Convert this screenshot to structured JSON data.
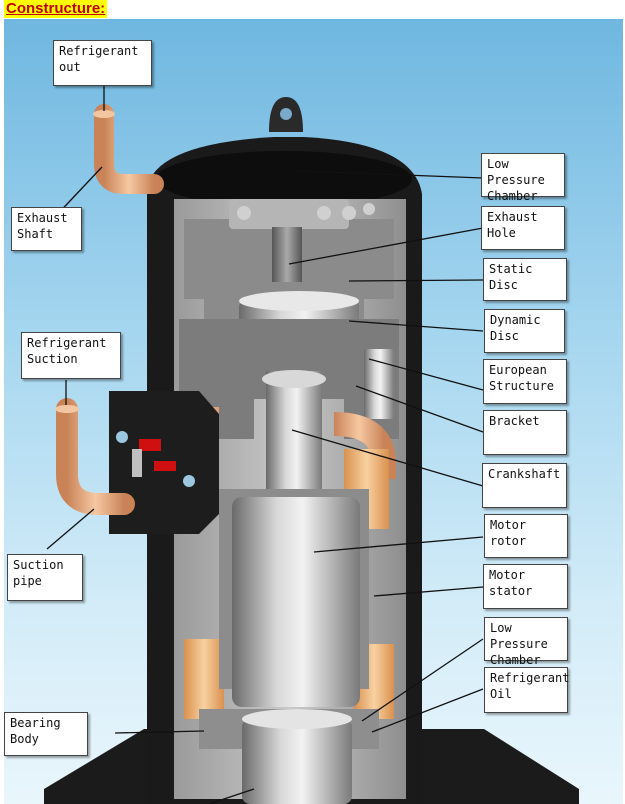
{
  "heading": "Constructure:",
  "labels": {
    "refrigerant_out": "Refrigerant\nout",
    "exhaust_shaft": "Exhaust\nShaft",
    "refrigerant_suction": "Refrigerant\nSuction",
    "suction_pipe": "Suction\npipe",
    "bearing_body": "Bearing Body",
    "low_pressure_chamber_top": "Low Pressure\nChamber",
    "exhaust_hole": "Exhaust Hole",
    "static_disc": "Static Disc",
    "dynamic_disc": "Dynamic Disc",
    "european_structure": "European\nStructure",
    "bracket": "Bracket",
    "crankshaft": "Crankshaft",
    "motor_rotor": "Motor rotor",
    "motor_stator": "Motor stator",
    "low_pressure_chamber_bottom": "Low Pressure\nChamber",
    "refrigerant_oil": "Refrigerant\nOil"
  },
  "colors": {
    "heading_bg": "#ffff00",
    "heading_text": "#c00000",
    "copper": "#e6a77a",
    "stator_winding": "#f2c28c",
    "shell": "#1a1a1a"
  }
}
